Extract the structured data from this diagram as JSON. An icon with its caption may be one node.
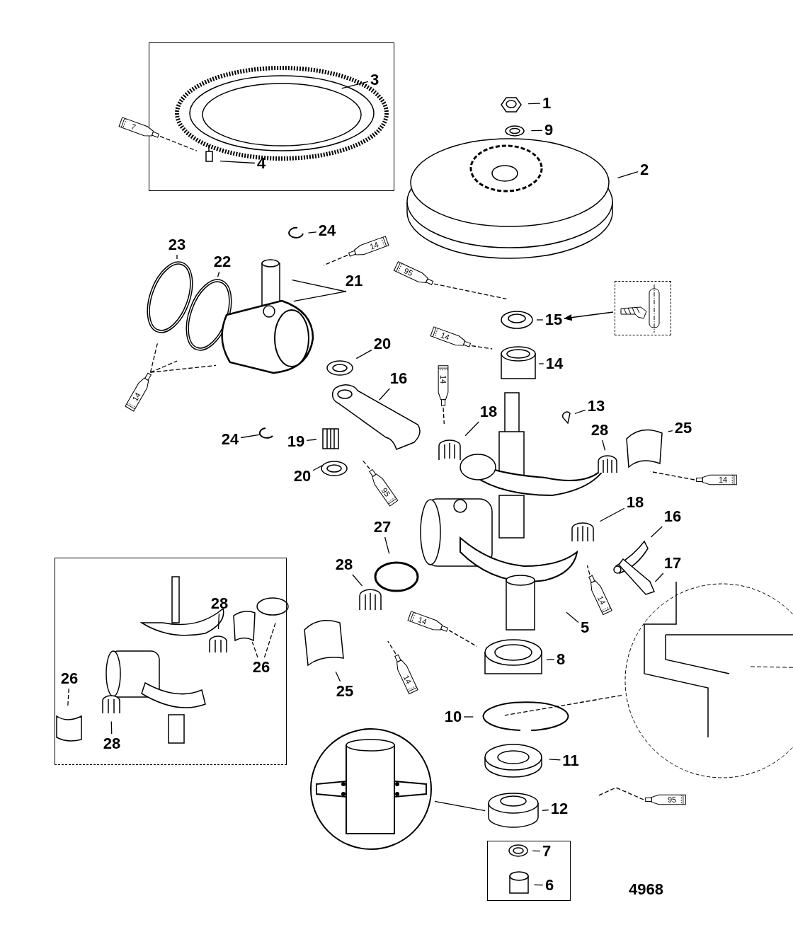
{
  "diagram": {
    "nodes": [
      {
        "text": [],
        "shape": "box"
      },
      {
        "text": [
          "3"
        ],
        "in": 0
      },
      {
        "text": [
          "7"
        ]
      },
      {
        "text": [
          "4"
        ],
        "in": 0
      },
      {
        "text": [
          "1"
        ]
      },
      {
        "text": [
          "9"
        ]
      },
      {
        "text": [
          "2"
        ]
      },
      {
        "text": [
          "24"
        ]
      },
      {
        "text": [
          "14"
        ]
      },
      {
        "text": [
          "23"
        ]
      },
      {
        "text": [
          "22"
        ]
      },
      {
        "text": [
          "21"
        ]
      },
      {
        "text": [
          "95"
        ]
      },
      {
        "text": [
          "15"
        ]
      },
      {
        "text": [],
        "shape": "picture"
      },
      {
        "text": [
          "14"
        ]
      },
      {
        "text": [
          "20"
        ]
      },
      {
        "text": [
          "14"
        ]
      },
      {
        "text": [
          "14"
        ]
      },
      {
        "text": [
          "16"
        ]
      },
      {
        "text": [
          "14"
        ]
      },
      {
        "text": [
          "13"
        ]
      },
      {
        "text": [
          "18"
        ]
      },
      {
        "text": [
          "28"
        ]
      },
      {
        "text": [
          "25"
        ]
      },
      {
        "text": [
          "24"
        ]
      },
      {
        "text": [
          "19"
        ]
      },
      {
        "text": [
          "20"
        ]
      },
      {
        "text": [
          "95"
        ]
      },
      {
        "text": [
          "14"
        ]
      },
      {
        "text": [
          "18"
        ]
      },
      {
        "text": [
          "16"
        ]
      },
      {
        "text": [
          "27"
        ]
      },
      {
        "text": [
          "17"
        ]
      },
      {
        "text": [
          "28"
        ]
      },
      {
        "text": [
          "14"
        ]
      },
      {
        "text": [
          "5"
        ]
      },
      {
        "text": [],
        "shape": "box"
      },
      {
        "text": [
          "28"
        ],
        "in": 37
      },
      {
        "text": [
          "26"
        ],
        "in": 37
      },
      {
        "text": [
          "26"
        ],
        "in": 37
      },
      {
        "text": [
          "28"
        ],
        "in": 37
      },
      {
        "text": [
          "14"
        ]
      },
      {
        "text": [
          "8"
        ]
      },
      {
        "text": [
          "14"
        ]
      },
      {
        "text": [
          "25"
        ]
      },
      {
        "text": [],
        "shape": "picture"
      },
      {
        "text": [
          "10"
        ]
      },
      {
        "text": [
          "11"
        ]
      },
      {
        "text": [],
        "shape": "picture"
      },
      {
        "text": [
          "95"
        ]
      },
      {
        "text": [
          "12"
        ]
      },
      {
        "text": [],
        "shape": "box"
      },
      {
        "text": [
          "7"
        ],
        "in": 52
      },
      {
        "text": [
          "6"
        ],
        "in": 52
      }
    ],
    "edges": [
      {
        "from": 1,
        "to": null,
        "arrow": "none"
      },
      {
        "from": 2,
        "to": null,
        "arrow": "none",
        "style": "dashed"
      },
      {
        "from": 3,
        "to": null,
        "arrow": "none"
      },
      {
        "from": 4,
        "to": null,
        "arrow": "none"
      },
      {
        "from": 5,
        "to": null,
        "arrow": "none"
      },
      {
        "from": 6,
        "to": null,
        "arrow": "none"
      },
      {
        "from": 7,
        "to": null,
        "arrow": "none"
      },
      {
        "from": 8,
        "to": null,
        "arrow": "none",
        "style": "dashed"
      },
      {
        "from": 9,
        "to": null,
        "arrow": "none"
      },
      {
        "from": 10,
        "to": null,
        "arrow": "none"
      },
      {
        "from": 11,
        "to": null,
        "arrow": "none"
      },
      {
        "from": 11,
        "to": null,
        "arrow": "none"
      },
      {
        "from": 12,
        "to": null,
        "arrow": "none",
        "style": "dashed"
      },
      {
        "from": 13,
        "to": null,
        "arrow": "none"
      },
      {
        "from": 14,
        "to": 13,
        "arrow": "to"
      },
      {
        "from": 15,
        "to": null,
        "arrow": "none",
        "style": "dashed"
      },
      {
        "from": 15,
        "to": null,
        "arrow": "none",
        "style": "dashed"
      },
      {
        "from": 15,
        "to": null,
        "arrow": "none",
        "style": "dashed"
      },
      {
        "from": 16,
        "to": null,
        "arrow": "none"
      },
      {
        "from": 17,
        "to": null,
        "arrow": "none",
        "style": "dashed"
      },
      {
        "from": 18,
        "to": null,
        "arrow": "none"
      },
      {
        "from": 19,
        "to": null,
        "arrow": "none"
      },
      {
        "from": 20,
        "to": null,
        "arrow": "none",
        "style": "dashed"
      },
      {
        "from": 21,
        "to": null,
        "arrow": "none"
      },
      {
        "from": 22,
        "to": null,
        "arrow": "none"
      },
      {
        "from": 23,
        "to": null,
        "arrow": "none"
      },
      {
        "from": 24,
        "to": null,
        "arrow": "none",
        "style": "dashed"
      },
      {
        "from": 25,
        "to": null,
        "arrow": "none"
      },
      {
        "from": 26,
        "to": null,
        "arrow": "none"
      },
      {
        "from": 27,
        "to": null,
        "arrow": "none"
      },
      {
        "from": 28,
        "to": null,
        "arrow": "none",
        "style": "dashed"
      },
      {
        "from": 29,
        "to": null,
        "arrow": "none",
        "style": "dashed"
      },
      {
        "from": 30,
        "to": null,
        "arrow": "none"
      },
      {
        "from": 31,
        "to": null,
        "arrow": "none"
      },
      {
        "from": 32,
        "to": null,
        "arrow": "none"
      },
      {
        "from": 33,
        "to": null,
        "arrow": "none"
      },
      {
        "from": 34,
        "to": null,
        "arrow": "none"
      },
      {
        "from": 35,
        "to": null,
        "arrow": "none",
        "style": "dashed"
      },
      {
        "from": 36,
        "to": null,
        "arrow": "none"
      },
      {
        "from": 38,
        "to": null,
        "arrow": "none"
      },
      {
        "from": 39,
        "to": null,
        "arrow": "none",
        "style": "dashed"
      },
      {
        "from": 39,
        "to": null,
        "arrow": "none",
        "style": "dashed"
      },
      {
        "from": 40,
        "to": null,
        "arrow": "none",
        "style": "dashed"
      },
      {
        "from": 41,
        "to": null,
        "arrow": "none"
      },
      {
        "from": 42,
        "to": null,
        "arrow": "none",
        "style": "dashed"
      },
      {
        "from": 43,
        "to": null,
        "arrow": "none"
      },
      {
        "from": 44,
        "to": null,
        "arrow": "none",
        "style": "dashed"
      },
      {
        "from": 45,
        "to": null,
        "arrow": "none"
      },
      {
        "from": 46,
        "to": null,
        "arrow": "none",
        "style": "dashed"
      },
      {
        "from": 47,
        "to": null,
        "arrow": "none"
      },
      {
        "from": 48,
        "to": null,
        "arrow": "none"
      },
      {
        "from": 49,
        "to": null,
        "arrow": "none"
      },
      {
        "from": 50,
        "to": null,
        "arrow": "none",
        "style": "dashed"
      },
      {
        "from": 51,
        "to": null,
        "arrow": "none"
      },
      {
        "from": 53,
        "to": null,
        "arrow": "none"
      },
      {
        "from": 54,
        "to": null,
        "arrow": "none"
      }
    ],
    "labels": [
      "4968"
    ]
  }
}
